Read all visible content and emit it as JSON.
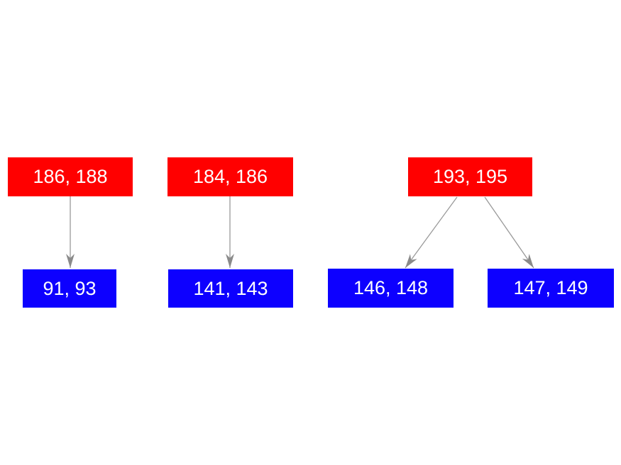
{
  "diagram": {
    "colors": {
      "parent_fill": "#ff0000",
      "child_fill": "#0d00ff",
      "label_text": "#ffffff",
      "arrow_line": "#999999",
      "arrow_head": "#8a8a8a",
      "background": "#ffffff"
    },
    "nodes": [
      {
        "label": "186, 188",
        "type": "parent"
      },
      {
        "label": "184, 186",
        "type": "parent"
      },
      {
        "label": "193, 195",
        "type": "parent"
      },
      {
        "label": "91, 93",
        "type": "child"
      },
      {
        "label": "141, 143",
        "type": "child"
      },
      {
        "label": "146, 148",
        "type": "child"
      },
      {
        "label": "147, 149",
        "type": "child"
      }
    ],
    "edges": [
      {
        "from": "186, 188",
        "to": "91, 93"
      },
      {
        "from": "184, 186",
        "to": "141, 143"
      },
      {
        "from": "193, 195",
        "to": "146, 148"
      },
      {
        "from": "193, 195",
        "to": "147, 149"
      }
    ]
  }
}
